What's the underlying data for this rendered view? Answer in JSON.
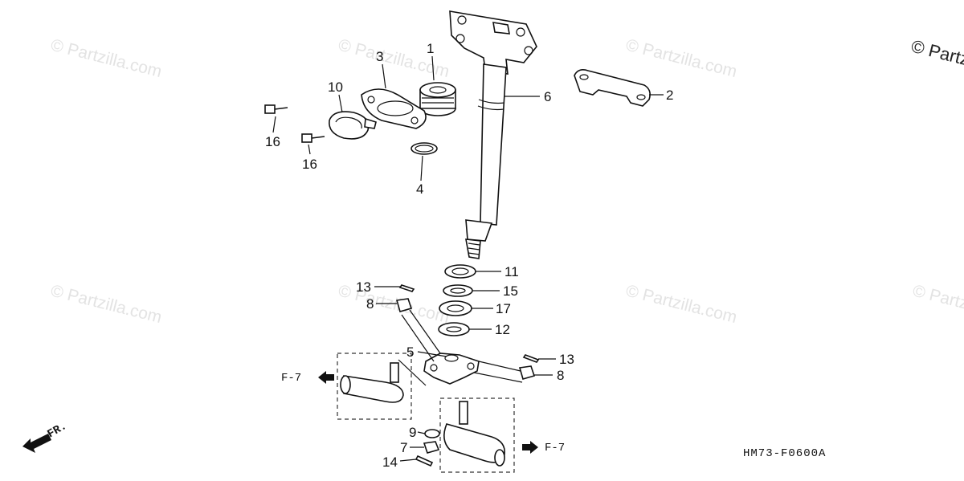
{
  "watermark": "© Partzilla.com",
  "copyright": "© Partzilla.com",
  "diagram_code": "HM73-F0600A",
  "front_label": "FR.",
  "refs": {
    "left": "F-7",
    "right": "F-7"
  },
  "callouts": {
    "c1": "1",
    "c2": "2",
    "c3": "3",
    "c4": "4",
    "c5": "5",
    "c6": "6",
    "c7": "7",
    "c8a": "8",
    "c8b": "8",
    "c9": "9",
    "c10": "10",
    "c11": "11",
    "c12": "12",
    "c13a": "13",
    "c13b": "13",
    "c14": "14",
    "c15": "15",
    "c16a": "16",
    "c16b": "16",
    "c17": "17"
  }
}
